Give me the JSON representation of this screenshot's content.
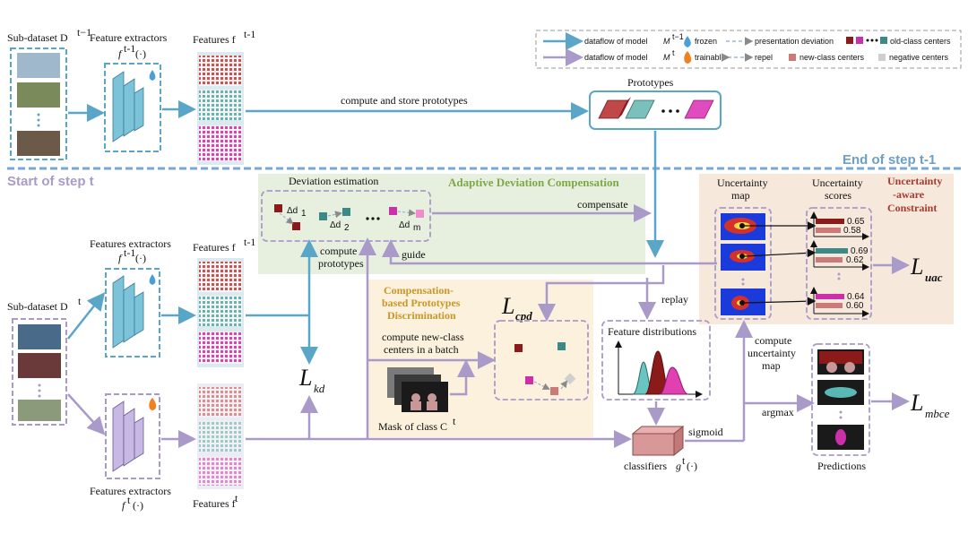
{
  "top": {
    "subdataset": "Sub-dataset D",
    "subdataset_sup": "t−1",
    "fe_title": "Feature extractors",
    "fe_func": "f",
    "fe_func_sup": "t-1",
    "fe_func_arg": "(·)",
    "features": "Features f",
    "features_sup": "t-1",
    "store_label": "compute and store prototypes",
    "prototypes": "Prototypes",
    "end_label": "End of step t-1"
  },
  "legend": {
    "row1_label": "dataflow of model",
    "row1_model": "M",
    "row1_sup": "t−1",
    "frozen": "frozen",
    "pres_dev": "presentation deviation",
    "old_centers": "old-class centers",
    "row2_label": "dataflow of model",
    "row2_model": "M",
    "row2_sup": "t",
    "trainable": "trainable",
    "repel": "repel",
    "new_centers": "new-class centers",
    "neg_centers": "negative centers"
  },
  "bottom": {
    "start_label": "Start of step t",
    "subdataset": "Sub-dataset D",
    "subdataset_sup": "t",
    "fe1_title": "Features extractors",
    "fe1_func": "f",
    "fe1_sup": "t-1",
    "fe1_arg": "(·)",
    "features1": "Features f",
    "features1_sup": "t-1",
    "fe2_title": "Features extractors",
    "fe2_func": "f",
    "fe2_sup": "t",
    "fe2_arg": "(·)",
    "features2": "Features f",
    "features2_sup": "t",
    "dev_title": "Deviation estimation",
    "d1": "Δd",
    "d1_sub": "1",
    "d2": "Δd",
    "d2_sub": "2",
    "dm": "Δd",
    "dm_sub": "m",
    "adc_title": "Adaptive Deviation Compensation",
    "compensate": "compensate",
    "compute_protos_1": "compute",
    "compute_protos_2": "prototypes",
    "guide": "guide",
    "cpd_title_1": "Compensation-",
    "cpd_title_2": "based Prototypes",
    "cpd_title_3": "Discrimination",
    "loss_cpd": "L",
    "loss_cpd_sub": "cpd",
    "replay": "replay",
    "batch_1": "compute new-class",
    "batch_2": "centers in a batch",
    "mask_label": "Mask of class C",
    "mask_sup": "t",
    "feat_dist": "Feature distributions",
    "loss_kd": "L",
    "loss_kd_sub": "kd",
    "sigmoid": "sigmoid",
    "classifiers": "classifiers",
    "cls_func": "g",
    "cls_sup": "t",
    "cls_arg": "(·)",
    "unc_map_1": "Uncertainty",
    "unc_map_2": "map",
    "unc_scores_1": "Uncertainty",
    "unc_scores_2": "scores",
    "uac_title_1": "Uncertainty",
    "uac_title_2": "-aware",
    "uac_title_3": "Constraint",
    "loss_uac": "L",
    "loss_uac_sub": "uac",
    "score1a": "0.65",
    "score1b": "0.58",
    "score2a": "0.69",
    "score2b": "0.62",
    "score3a": "0.64",
    "score3b": "0.60",
    "compute_unc_1": "compute",
    "compute_unc_2": "uncertainty",
    "compute_unc_3": "map",
    "argmax": "argmax",
    "predictions": "Predictions",
    "loss_mbce": "L",
    "loss_mbce_sub": "mbce"
  },
  "colors": {
    "old_flow": "#5aa6c9",
    "new_flow": "#a99ac9",
    "adc_bg": "#e7f0df",
    "cpd_bg": "#fbf1dc",
    "uac_bg": "#f7e8dc",
    "dark_red": "#8b1a1a",
    "teal": "#3b8a88",
    "magenta": "#cc2fa8"
  },
  "icons": {
    "frozen": "water-drop-icon",
    "trainable": "flame-icon"
  }
}
